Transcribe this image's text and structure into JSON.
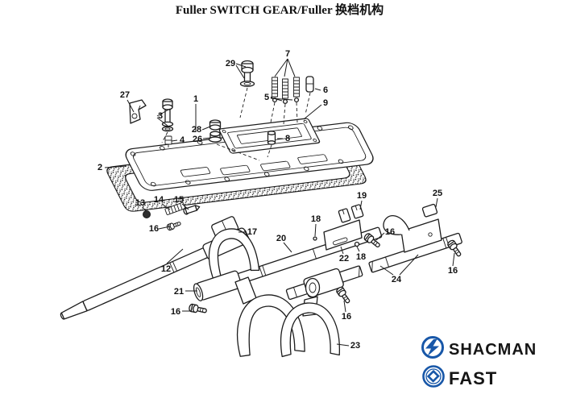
{
  "title": "Fuller SWITCH GEAR/Fuller 换档机构",
  "callouts": [
    {
      "n": "29"
    },
    {
      "n": "7"
    },
    {
      "n": "5"
    },
    {
      "n": "6"
    },
    {
      "n": "9"
    },
    {
      "n": "1"
    },
    {
      "n": "27"
    },
    {
      "n": "3"
    },
    {
      "n": "28"
    },
    {
      "n": "26"
    },
    {
      "n": "4"
    },
    {
      "n": "8"
    },
    {
      "n": "2"
    },
    {
      "n": "13"
    },
    {
      "n": "14"
    },
    {
      "n": "15"
    },
    {
      "n": "16"
    },
    {
      "n": "12"
    },
    {
      "n": "17"
    },
    {
      "n": "20"
    },
    {
      "n": "18"
    },
    {
      "n": "19"
    },
    {
      "n": "22"
    },
    {
      "n": "18"
    },
    {
      "n": "16"
    },
    {
      "n": "25"
    },
    {
      "n": "16"
    },
    {
      "n": "24"
    },
    {
      "n": "21"
    },
    {
      "n": "16"
    },
    {
      "n": "23"
    },
    {
      "n": "16"
    }
  ],
  "logos": {
    "shacman": "SHACMAN",
    "fast": "FAST"
  },
  "colors": {
    "brand_blue": "#1857a8",
    "line_ink": "#1c1c1c"
  }
}
